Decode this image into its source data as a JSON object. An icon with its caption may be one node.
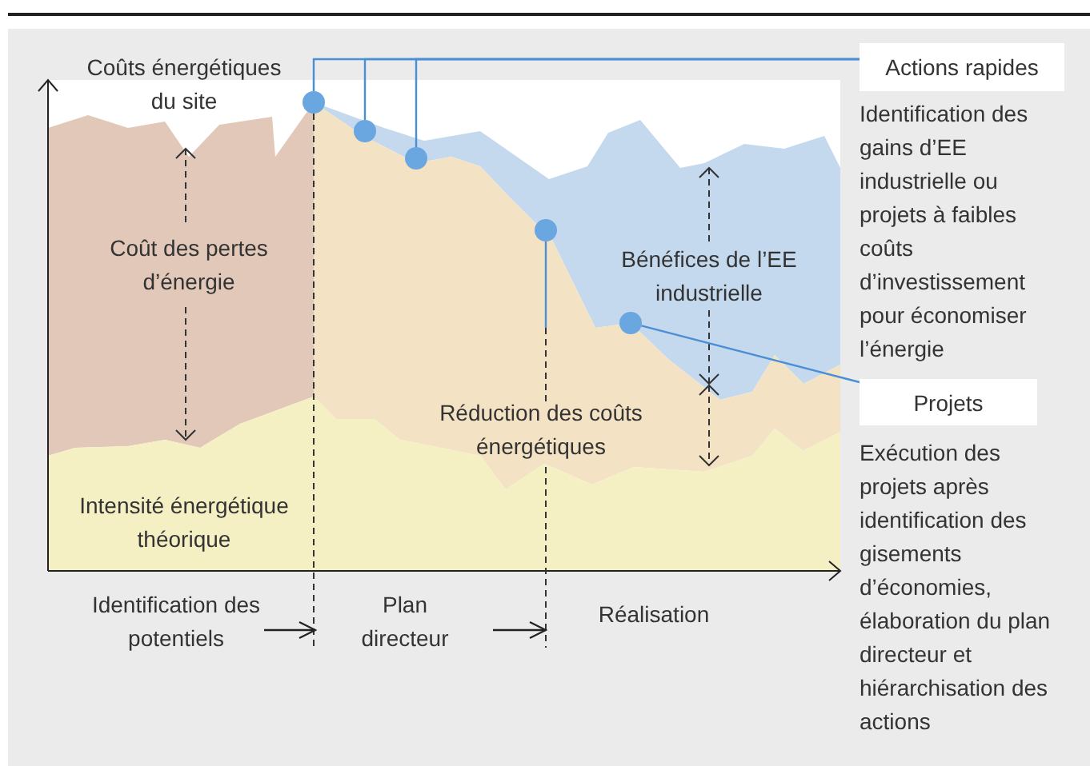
{
  "diagram": {
    "nodes": [
      {
        "text": [
          "Actions rapides"
        ],
        "beside": [
          "Identification des gains d’EE industrielle ou projets à faibles coûts d’investissement pour économiser l’énergie"
        ]
      },
      {
        "text": [
          "Projets"
        ],
        "beside": [
          "Exécution des projets après identification des gisements d’économies, élaboration du plan directeur et hiérarchisation des actions"
        ]
      },
      {
        "text": [],
        "shape": "circle"
      },
      {
        "text": [],
        "shape": "circle"
      },
      {
        "text": [],
        "shape": "circle"
      },
      {
        "text": [],
        "shape": "circle"
      },
      {
        "text": [],
        "shape": "circle"
      },
      {
        "text": [
          "Identification des potentiels"
        ]
      },
      {
        "text": [
          "Plan directeur"
        ]
      },
      {
        "text": [
          "Réalisation"
        ]
      }
    ],
    "edges": [
      {
        "from": 0,
        "to": 2,
        "arrow": "none"
      },
      {
        "from": 0,
        "to": 3,
        "arrow": "none"
      },
      {
        "from": 0,
        "to": 4,
        "arrow": "none"
      },
      {
        "from": 5,
        "to": null,
        "arrow": "none"
      },
      {
        "from": 1,
        "to": 6,
        "arrow": "none"
      },
      {
        "from": 7,
        "to": 8,
        "arrow": "to",
        "color": "#222222"
      },
      {
        "from": 8,
        "to": 9,
        "arrow": "to",
        "color": "#222222"
      }
    ],
    "labels": [
      "Coûts énergétiques du site",
      "Coût des pertes d’énergie",
      "Bénéfices de l’EE industrielle",
      "Réduction des coûts énergétiques",
      "Intensité énergétique théorique"
    ]
  }
}
